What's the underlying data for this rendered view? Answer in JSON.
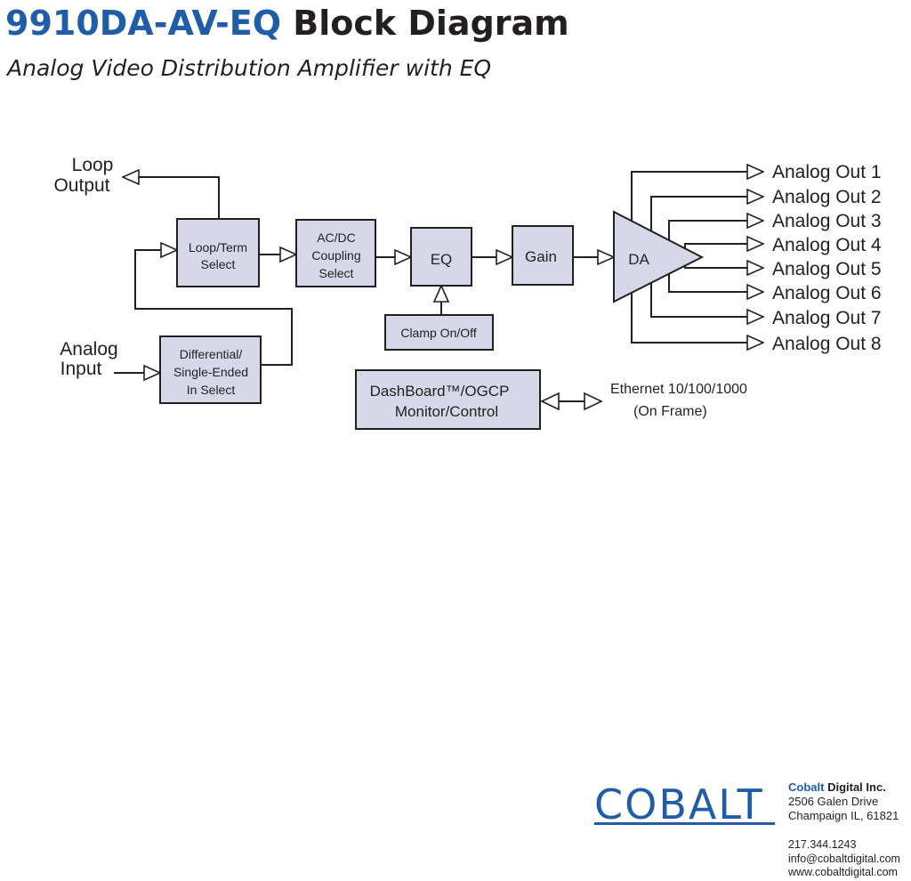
{
  "header": {
    "model": "9910DA-AV-EQ",
    "title_rest": "Block Diagram",
    "subtitle": "Analog Video Distribution Amplifier with EQ"
  },
  "blocks": {
    "loop_term": [
      "Loop/Term",
      "Select"
    ],
    "acdc": [
      "AC/DC",
      "Coupling",
      "Select"
    ],
    "eq": "EQ",
    "gain": "Gain",
    "da": "DA",
    "clamp": "Clamp On/Off",
    "diff": [
      "Differential/",
      "Single-Ended",
      "In Select"
    ],
    "dashboard": [
      "DashBoard™/OGCP",
      "Monitor/Control"
    ]
  },
  "labels": {
    "loop_output": [
      "Loop",
      "Output"
    ],
    "analog_input": [
      "Analog",
      "Input"
    ],
    "ethernet": [
      "Ethernet 10/100/1000",
      "(On Frame)"
    ]
  },
  "outputs": [
    "Analog Out 1",
    "Analog Out 2",
    "Analog Out 3",
    "Analog Out 4",
    "Analog Out 5",
    "Analog Out 6",
    "Analog Out 7",
    "Analog Out 8"
  ],
  "company": {
    "logo": "COBALT",
    "name_highlight": "Cobalt",
    "name_rest": " Digital Inc.",
    "address1": "2506 Galen Drive",
    "address2": "Champaign IL, 61821",
    "phone": "217.344.1243",
    "email": "info@cobaltdigital.com",
    "web": "www.cobaltdigital.com"
  },
  "colors": {
    "accent": "#1f5da8",
    "block_fill": "#d6d8ea",
    "ink": "#231f20"
  }
}
